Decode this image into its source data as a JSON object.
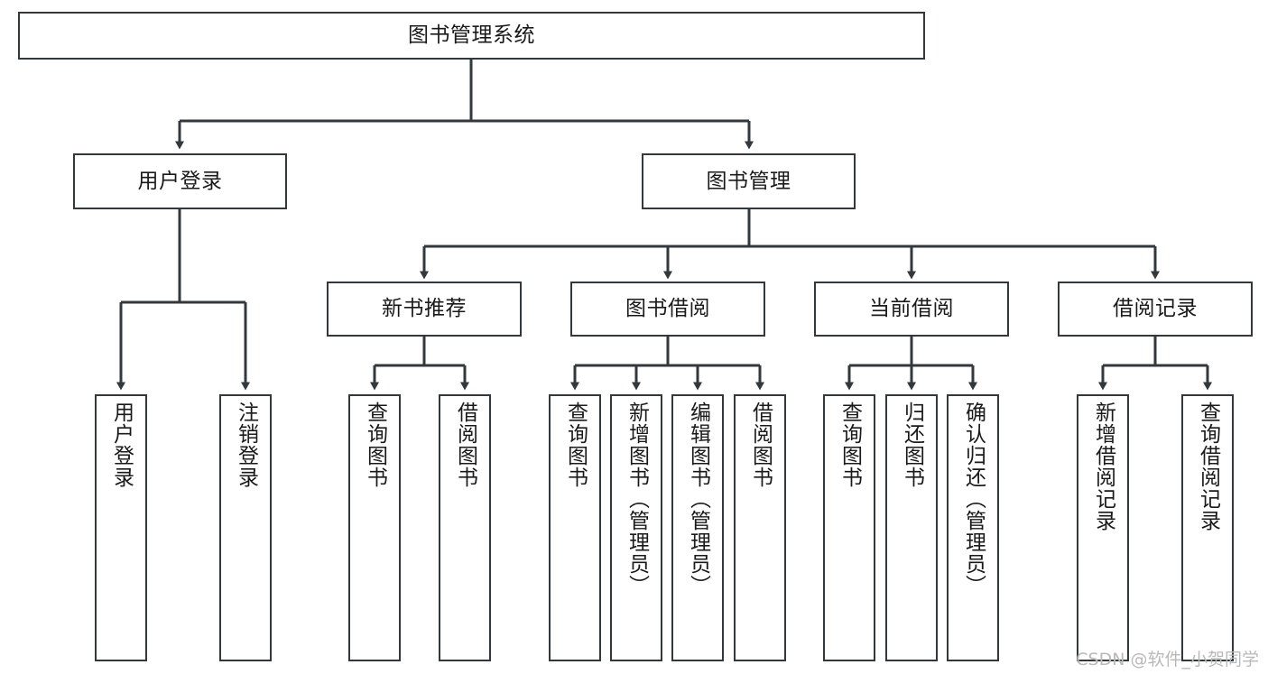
{
  "diagram": {
    "type": "tree-hierarchy",
    "title": "图书管理系统",
    "theme": {
      "background": "#ffffff",
      "box_border": "#33383d",
      "box_fill": "#ffffff",
      "edge_color": "#33383d",
      "text_color": "#1a1a1a",
      "watermark_color": "#b9b9b9"
    },
    "root": {
      "label": "图书管理系统"
    },
    "level2": [
      {
        "label": "用户登录"
      },
      {
        "label": "图书管理"
      }
    ],
    "level3": [
      {
        "label": "新书推荐"
      },
      {
        "label": "图书借阅"
      },
      {
        "label": "当前借阅"
      },
      {
        "label": "借阅记录"
      }
    ],
    "leaves": {
      "user_login": [
        {
          "label": "用户登录"
        },
        {
          "label": "注销登录"
        }
      ],
      "new_book_recommend": [
        {
          "label": "查询图书"
        },
        {
          "label": "借阅图书"
        }
      ],
      "book_borrow": [
        {
          "label": "查询图书"
        },
        {
          "label": "新增图书（管理员）"
        },
        {
          "label": "编辑图书（管理员）"
        },
        {
          "label": "借阅图书"
        }
      ],
      "current_borrow": [
        {
          "label": "查询图书"
        },
        {
          "label": "归还图书"
        },
        {
          "label": "确认归还（管理员）"
        }
      ],
      "borrow_record": [
        {
          "label": "新增借阅记录"
        },
        {
          "label": "查询借阅记录"
        }
      ]
    },
    "watermark": "CSDN @软件_小贺同学"
  }
}
